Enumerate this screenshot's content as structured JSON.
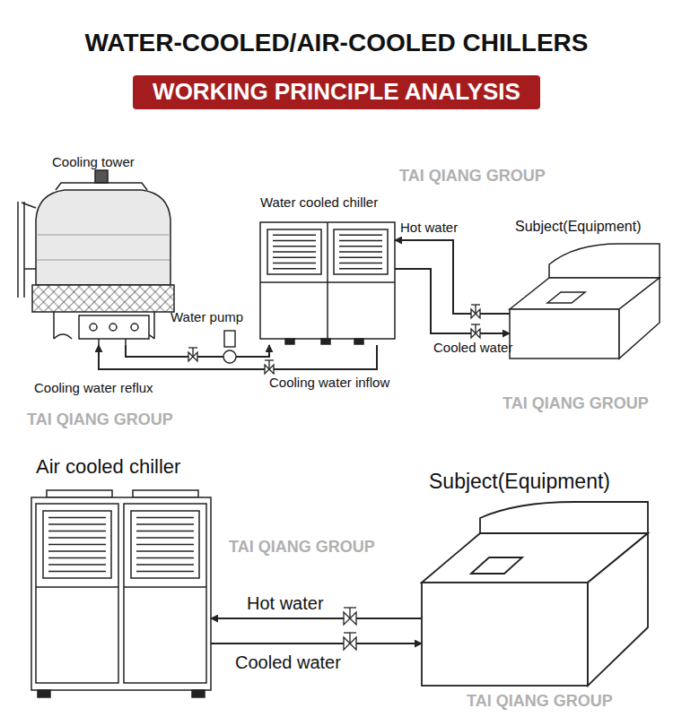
{
  "diagram": {
    "title": "WATER-COOLED/AIR-COOLED CHILLERS",
    "nodes": [
      {
        "text": [
          "WORKING PRINCIPLE ANALYSIS"
        ]
      },
      {
        "text": [
          "Cooling tower"
        ]
      },
      {
        "text": [
          "Water cooled chiller"
        ]
      },
      {
        "text": [
          "Subject(Equipment)"
        ]
      },
      {
        "text": [
          "Air cooled chiller"
        ]
      },
      {
        "text": [
          "Subject(Equipment)"
        ]
      }
    ],
    "edges": [
      {
        "from": 1,
        "to": 2,
        "arrow": "to",
        "label": "Cooling water inflow"
      },
      {
        "from": 2,
        "to": 1,
        "arrow": "to",
        "label": "Cooling water reflux"
      },
      {
        "from": 3,
        "to": 2,
        "arrow": "to",
        "label": "Hot water"
      },
      {
        "from": 2,
        "to": 3,
        "arrow": "to",
        "label": "Cooled water"
      },
      {
        "from": 5,
        "to": 4,
        "arrow": "to",
        "label": "Hot water"
      },
      {
        "from": 4,
        "to": 5,
        "arrow": "to",
        "label": "Cooled water"
      }
    ],
    "labels": [
      "TAI QIANG GROUP",
      "Water pump",
      "TAI QIANG GROUP",
      "TAI QIANG GROUP",
      "TAI QIANG GROUP",
      "TAI QIANG GROUP"
    ]
  }
}
